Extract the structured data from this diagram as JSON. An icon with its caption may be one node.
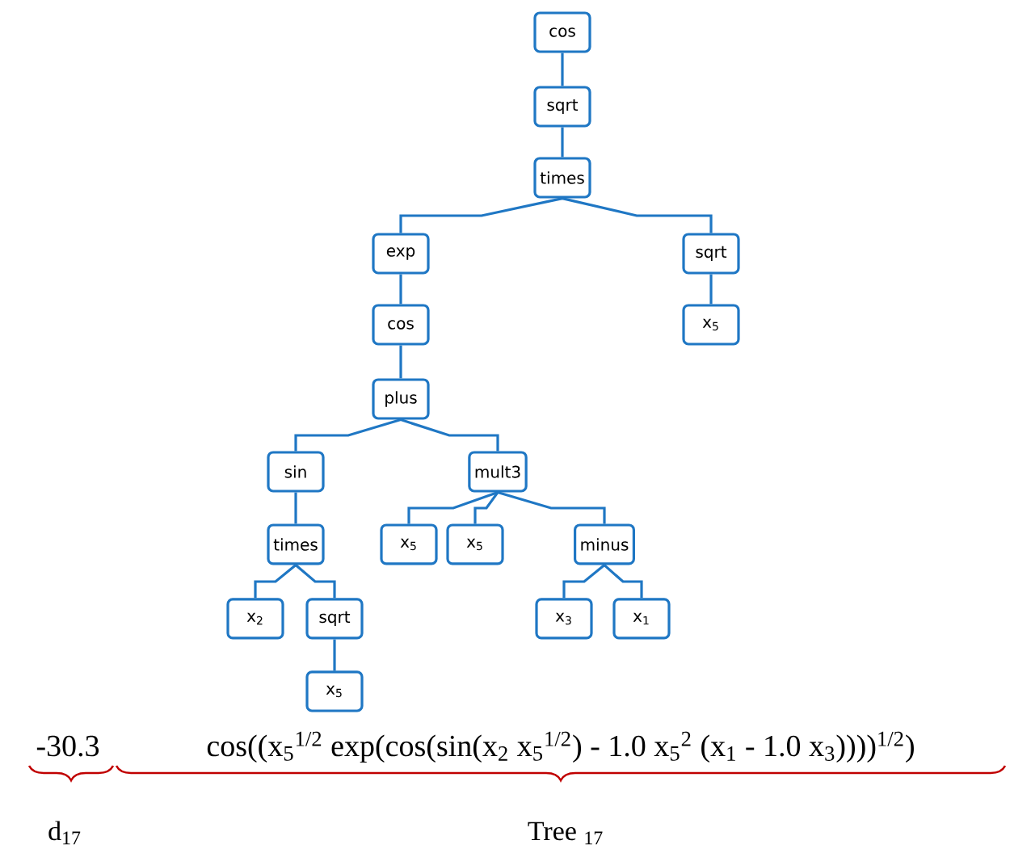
{
  "diagram": {
    "nodes": [
      {
        "text": [
          "cos"
        ]
      },
      {
        "text": [
          "sqrt"
        ]
      },
      {
        "text": [
          "times"
        ]
      },
      {
        "text": [
          "exp"
        ]
      },
      {
        "text": [
          "sqrt"
        ]
      },
      {
        "text": [
          "x$_{5}$"
        ]
      },
      {
        "text": [
          "cos"
        ]
      },
      {
        "text": [
          "plus"
        ]
      },
      {
        "text": [
          "sin"
        ]
      },
      {
        "text": [
          "mult3"
        ]
      },
      {
        "text": [
          "times"
        ]
      },
      {
        "text": [
          "x$_{5}$"
        ]
      },
      {
        "text": [
          "x$_{5}$"
        ]
      },
      {
        "text": [
          "minus"
        ]
      },
      {
        "text": [
          "x$_{2}$"
        ]
      },
      {
        "text": [
          "sqrt"
        ]
      },
      {
        "text": [
          "x$_{5}$"
        ]
      },
      {
        "text": [
          "x$_{3}$"
        ]
      },
      {
        "text": [
          "x$_{1}$"
        ]
      }
    ],
    "edges": [
      {
        "from": 0,
        "to": 1,
        "arrow": "none"
      },
      {
        "from": 1,
        "to": 2,
        "arrow": "none"
      },
      {
        "from": 2,
        "to": 3,
        "arrow": "none"
      },
      {
        "from": 2,
        "to": 4,
        "arrow": "none"
      },
      {
        "from": 4,
        "to": 5,
        "arrow": "none"
      },
      {
        "from": 3,
        "to": 6,
        "arrow": "none"
      },
      {
        "from": 6,
        "to": 7,
        "arrow": "none"
      },
      {
        "from": 7,
        "to": 8,
        "arrow": "none"
      },
      {
        "from": 7,
        "to": 9,
        "arrow": "none"
      },
      {
        "from": 8,
        "to": 10,
        "arrow": "none"
      },
      {
        "from": 9,
        "to": 11,
        "arrow": "none"
      },
      {
        "from": 9,
        "to": 12,
        "arrow": "none"
      },
      {
        "from": 9,
        "to": 13,
        "arrow": "none"
      },
      {
        "from": 10,
        "to": 14,
        "arrow": "none"
      },
      {
        "from": 10,
        "to": 15,
        "arrow": "none"
      },
      {
        "from": 15,
        "to": 16,
        "arrow": "none"
      },
      {
        "from": 13,
        "to": 17,
        "arrow": "none"
      },
      {
        "from": 13,
        "to": 18,
        "arrow": "none"
      }
    ],
    "labels": [
      "-30.3",
      "cos((x$_{5}$$^{1/2}$ exp(cos(sin(x$_{2}$ x$_{5}$$^{1/2}$) - 1.0 x$_{5}$$^{2}$ (x$_{1}$ - 1.0 x$_{3}$))))$^{1/2}$)",
      "d$_{17}$",
      "Tree $_{17}$"
    ]
  }
}
